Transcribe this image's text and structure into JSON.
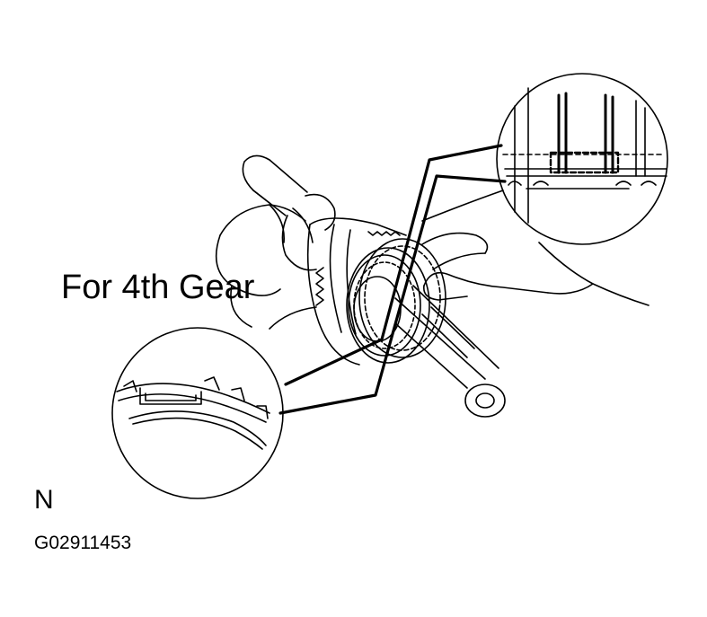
{
  "labels": {
    "gear": "For 4th Gear",
    "orientation": "N",
    "figure_code": "G02911453"
  },
  "colors": {
    "ink": "#000000",
    "paper": "#ffffff"
  }
}
